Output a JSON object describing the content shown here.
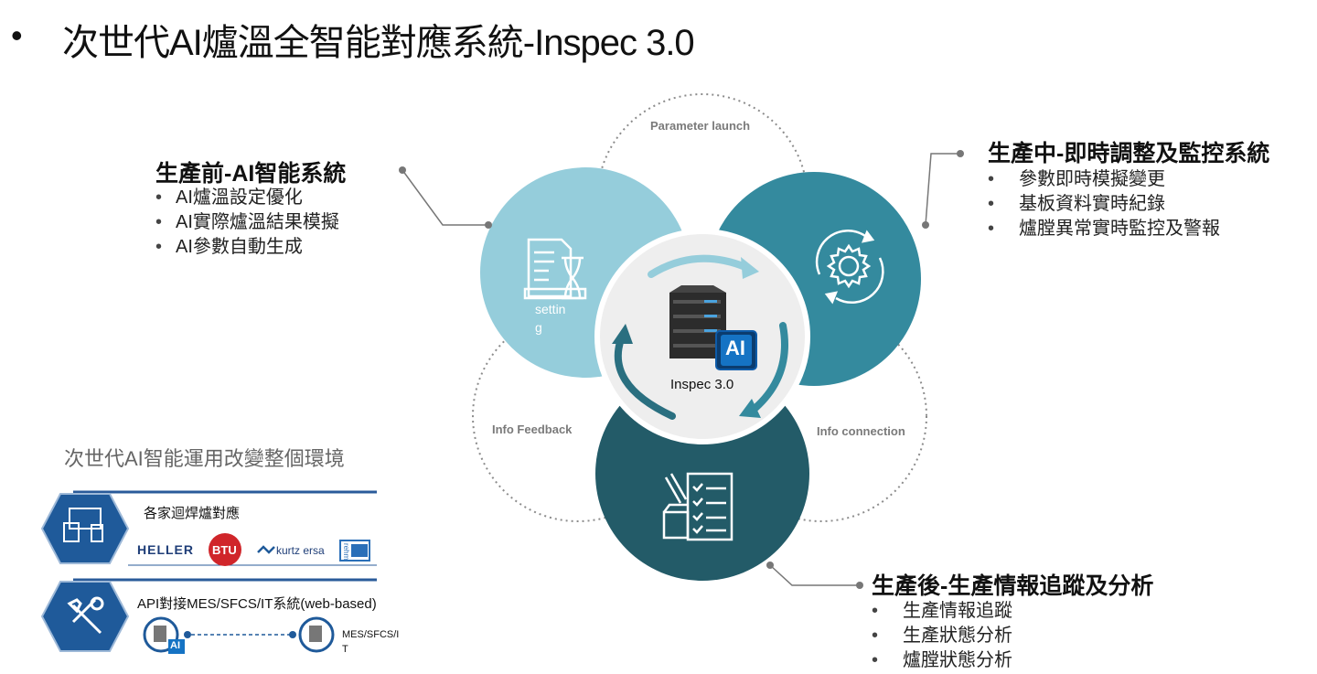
{
  "title": {
    "bullet": "•",
    "text": "次世代AI爐溫全智能對應系統-Inspec 3.0"
  },
  "pre_production": {
    "header": "生產前-AI智能系統",
    "items": [
      "AI爐溫設定優化",
      "AI實際爐溫結果模擬",
      "AI參數自動生成"
    ]
  },
  "in_production": {
    "header": "生產中-即時調整及監控系統",
    "items": [
      "參數即時模擬變更",
      "基板資料實時紀錄",
      "爐膛異常實時監控及警報"
    ]
  },
  "post_production": {
    "header": "生產後-生產情報追蹤及分析",
    "items": [
      "生產情報追蹤",
      "生產狀態分析",
      "爐膛狀態分析"
    ]
  },
  "diagram": {
    "parameter_launch": "Parameter launch",
    "info_feedback": "Info Feedback",
    "info_connection": "Info connection",
    "setting_label_1": "settin",
    "setting_label_2": "g",
    "center_label": "Inspec 3.0",
    "ai_badge": "AI",
    "colors": {
      "light": "#95CDDB",
      "mid": "#348A9E",
      "dark": "#235B68",
      "center": "#EEEEEE"
    }
  },
  "environment": {
    "title": "次世代AI智能運用改變整個環境",
    "row1": {
      "label": "各家迴焊爐對應",
      "icon": "devices-icon",
      "logos": [
        "HELLER",
        "BTU",
        "kurtz ersa",
        "rehm"
      ]
    },
    "row2": {
      "label": "API對接MES/SFCS/IT系統(web-based)",
      "icon": "tools-icon",
      "node_left_badge": "AI",
      "node_right_label_1": "MES/SFCS/I",
      "node_right_label_2": "T"
    },
    "colors": {
      "hex_fill": "#1F5A9A",
      "rule": "#2A5B9A"
    }
  }
}
